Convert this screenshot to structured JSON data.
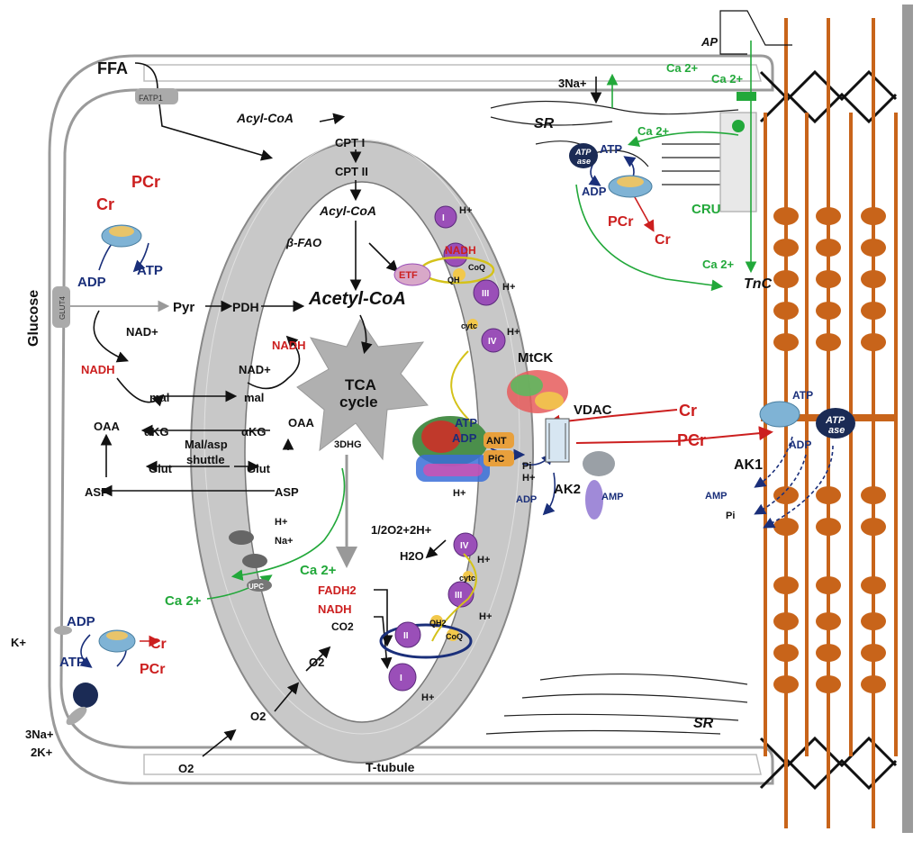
{
  "cell": {
    "ffa": "FFA",
    "fatp1": "FATP1",
    "glut4": "GLUT4",
    "glucose": "Glucose",
    "t_tubule": "T-tubule",
    "k_plus": "K+",
    "na3": "3Na+",
    "k2": "2K+",
    "o2_a": "O2",
    "o2_b": "O2",
    "o2_c": "O2"
  },
  "cytosol": {
    "cr": "Cr",
    "pcr": "PCr",
    "adp": "ADP",
    "atp": "ATP",
    "pyr": "Pyr",
    "pdh": "PDH",
    "nad_plus": "NAD+",
    "nadh": "NADH",
    "mal": "mal",
    "oaa": "OAA",
    "akg": "αKG",
    "asp": "ASP",
    "glut": "Glut",
    "shuttle_line1": "Mal/asp",
    "shuttle_line2": "shuttle",
    "acyl_coa": "Acyl-CoA",
    "ca_in": "Ca 2+"
  },
  "mito": {
    "cpt1": "CPT I",
    "cpt2": "CPT II",
    "acyl_coa": "Acyl-CoA",
    "beta_fao": "β-FAO",
    "acetyl_coa": "Acetyl-CoA",
    "tca1": "TCA",
    "tca2": "cycle",
    "dhg": "3DHG",
    "mal": "mal",
    "oaa": "OAA",
    "akg": "αKG",
    "asp": "ASP",
    "glut": "Glut",
    "nad_plus": "NAD+",
    "nadh": "NADH",
    "etf": "ETF",
    "nadh_c1": "NADH",
    "coq": "CoQ",
    "qh": "QH",
    "cytc": "cytc",
    "hplus": "H+",
    "i": "I",
    "ii": "II",
    "iii": "III",
    "iv": "IV",
    "fadh2": "FADH2",
    "nadh_b": "NADH",
    "co2": "CO2",
    "o2_water": "1/2O2+2H+",
    "h2o": "H2O",
    "qh2": "QH2",
    "mtck": "MtCK",
    "vdac": "VDAC",
    "atp": "ATP",
    "adp": "ADP",
    "ant": "ANT",
    "pic": "PiC",
    "pi": "Pi",
    "ak2": "AK2",
    "amp": "AMP",
    "adp2": "ADP",
    "ca": "Ca 2+",
    "h": "H+",
    "na": "Na+",
    "upc": "UPC"
  },
  "sr": {
    "ap": "AP",
    "na3": "3Na+",
    "ca1": "Ca 2+",
    "ca2": "Ca 2+",
    "ca3": "Ca 2+",
    "ca4": "Ca 2+",
    "sr_label": "SR",
    "sr_label2": "SR",
    "atpase": "ATP",
    "atpase2": "ase",
    "atp": "ATP",
    "adp": "ADP",
    "pcr": "PCr",
    "cr": "Cr",
    "cru": "CRU",
    "tnc": "TnC"
  },
  "myo": {
    "cr": "Cr",
    "pcr": "PCr",
    "atp": "ATP",
    "atpase": "ATP",
    "atpase2": "ase",
    "adp": "ADP",
    "ak1": "AK1",
    "amp": "AMP",
    "pi": "Pi"
  },
  "colors": {
    "red": "#cc1f1f",
    "blue": "#1a2f7a",
    "green": "#22a83a",
    "orange": "#c8641a",
    "mito_gray": "#c8c8c8",
    "purple": "#9a4fb8"
  }
}
